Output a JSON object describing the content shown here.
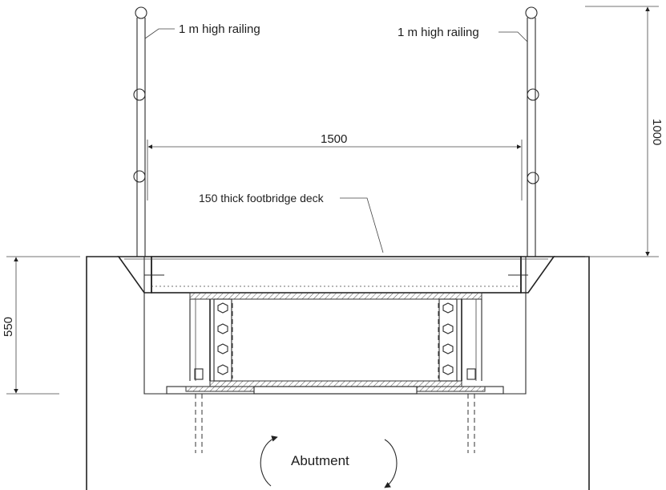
{
  "labels": {
    "railing_left": "1 m high railing",
    "railing_right": "1 m high railing",
    "deck_width": "1500",
    "deck_note": "150 thick footbridge deck",
    "railing_height": "1000",
    "abutment_depth": "550",
    "abutment": "Abutment"
  },
  "colors": {
    "line": "#2a2a2a",
    "text": "#1e1e1e",
    "background": "#ffffff"
  }
}
